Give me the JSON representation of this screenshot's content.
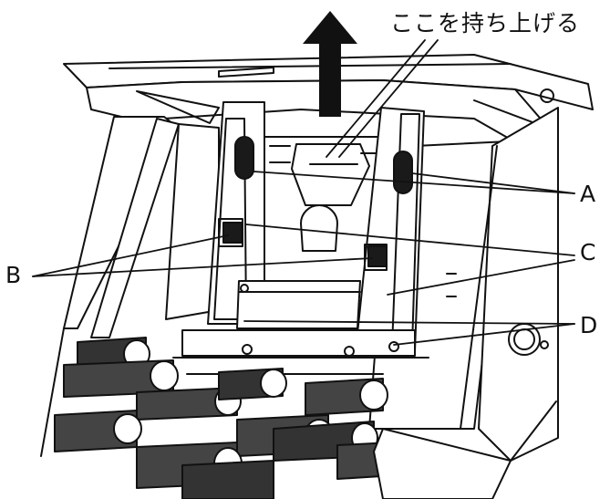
{
  "caption": "ここを持ち上げる",
  "labels": {
    "a": "A",
    "b": "B",
    "c": "C",
    "d": "D"
  },
  "colors": {
    "line": "#111111",
    "fill_dark": "#1a1a1a",
    "paper": "#ffffff",
    "gray": "#dddddd"
  }
}
